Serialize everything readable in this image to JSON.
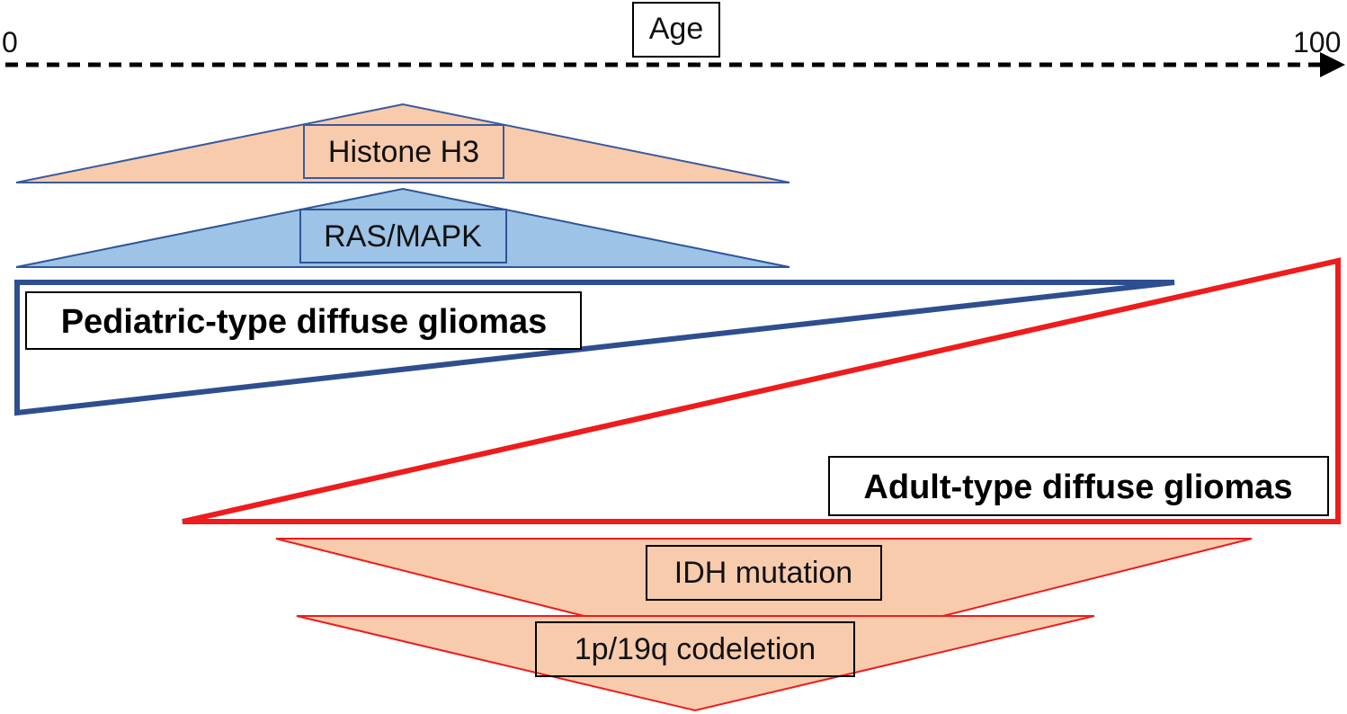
{
  "axis": {
    "title": "Age",
    "min_label": "0",
    "max_label": "100"
  },
  "groups": {
    "pediatric": {
      "title": "Pediatric-type diffuse gliomas",
      "color": "#2e4e8f",
      "markers": [
        {
          "label": "Histone H3",
          "fill": "#f8cbad",
          "stroke": "#3a5a9a"
        },
        {
          "label": "RAS/MAPK",
          "fill": "#9dc3e6",
          "stroke": "#2e5597"
        }
      ]
    },
    "adult": {
      "title": "Adult-type diffuse gliomas",
      "color": "#ee1c1c",
      "markers": [
        {
          "label": "IDH mutation",
          "fill": "#f8cbad",
          "stroke": "#ee1c1c"
        },
        {
          "label": "1p/19q codeletion",
          "fill": "#f8cbad",
          "stroke": "#ee1c1c"
        }
      ]
    }
  }
}
